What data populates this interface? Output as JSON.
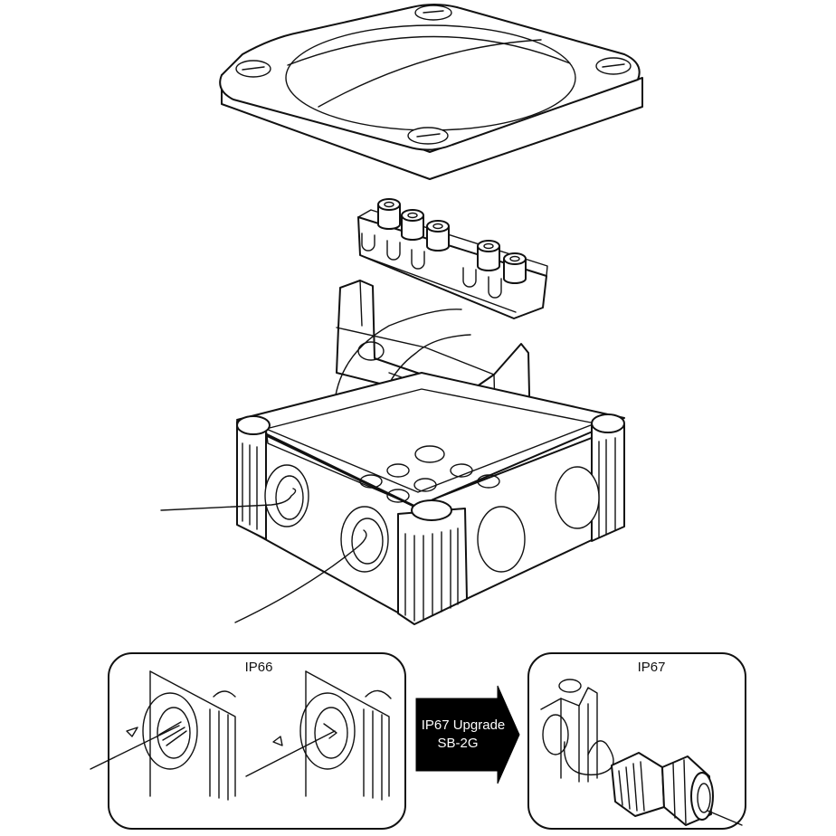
{
  "panels": {
    "left": {
      "label": "IP66"
    },
    "right": {
      "label": "IP67"
    }
  },
  "upgrade_arrow": {
    "line1": "IP67 Upgrade",
    "line2": "SB-2G",
    "fill": "#000000",
    "text_color": "#ffffff"
  },
  "line_color": "#111111"
}
